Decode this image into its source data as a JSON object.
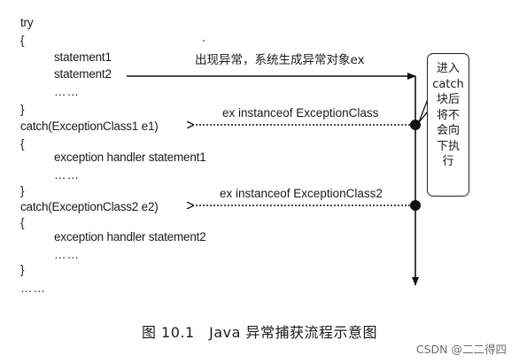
{
  "code": {
    "try_kw": "try",
    "try_open": "{",
    "stmt1": "statement1",
    "stmt2": "statement2",
    "try_dots": "……",
    "try_close": "}",
    "catch1": "catch(ExceptionClass1 e1)",
    "catch1_open": "{",
    "handler1": "exception handler statement1",
    "handler1_dots": "……",
    "catch1_close": "}",
    "catch2": "catch(ExceptionClass2 e2)",
    "catch2_open": "{",
    "handler2": "exception handler statement2",
    "handler2_dots": "……",
    "catch2_close": "}",
    "end_dots": "……"
  },
  "arrows": {
    "throw_label": "出现异常，系统生成异常对象ex",
    "check1_label": "ex instanceof ExceptionClass",
    "check2_label": "ex instanceof ExceptionClass2"
  },
  "note": {
    "lines": [
      "进入",
      "catch",
      "块后",
      "将不",
      "会向",
      "下执",
      "行"
    ]
  },
  "caption": "图 10.1　Java 异常捕获流程示意图",
  "watermark": "CSDN @二二得四"
}
